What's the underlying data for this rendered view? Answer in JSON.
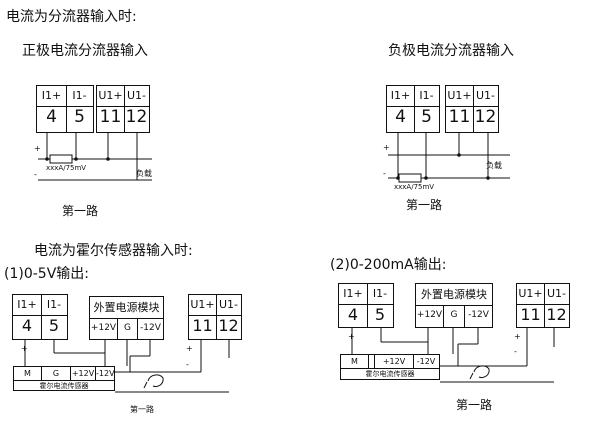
{
  "headings": {
    "shunt_input": "电流为分流器输入时:",
    "positive_shunt": "正极电流分流器输入",
    "negative_shunt": "负极电流分流器输入",
    "hall_input": "电流为霍尔传感器输入时:",
    "hall_5v": "(1)0-5V输出:",
    "hall_200ma": "(2)0-200mA输出:"
  },
  "first_route": "第一路",
  "terminals": {
    "i_plus": "I1+",
    "i_minus": "I1-",
    "u_plus": "U1+",
    "u_minus": "U1-",
    "n4": "4",
    "n5": "5",
    "n11": "11",
    "n12": "12"
  },
  "shunt_label": "xxxA/75mV",
  "load": "负载",
  "plus": "+",
  "minus": "-",
  "power_module": {
    "title": "外置电源模块",
    "p12": "+12V",
    "g": "G",
    "m12": "-12V"
  },
  "hall_sensor": {
    "m": "M",
    "g": "G",
    "p12": "+12V",
    "m12": "-12V",
    "name": "霍尔电流传感器"
  }
}
